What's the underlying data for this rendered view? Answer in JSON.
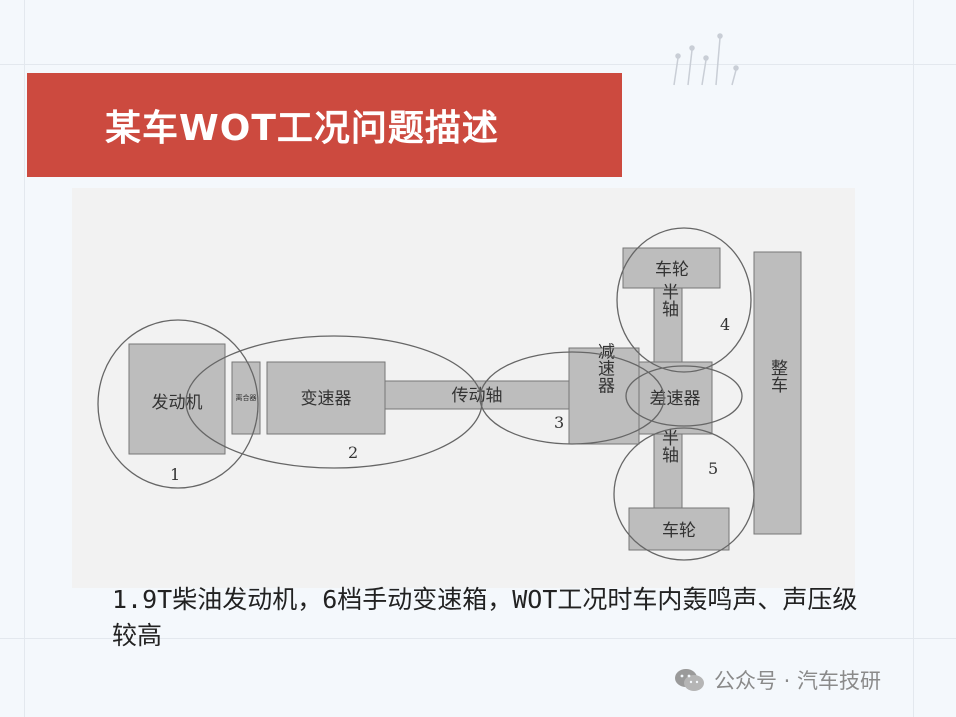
{
  "slide": {
    "title": "某车WOT工况问题描述",
    "caption": "1.9T柴油发动机，6档手动变速箱，WOT工况时车内轰鸣声、声压级较高"
  },
  "diagram": {
    "components": {
      "engine": "发动机",
      "clutch": "离合器",
      "gearbox": "变速器",
      "driveshaft": "传动轴",
      "reducer": "减速器",
      "differential": "差速器",
      "halfshaft": "半轴",
      "wheel": "车轮",
      "vehicle": "整车"
    },
    "region_labels": [
      "1",
      "2",
      "3",
      "4",
      "5"
    ]
  },
  "watermark": {
    "text": "公众号 · 汽车技研",
    "icon": "wechat-icon"
  },
  "colors": {
    "banner": "#cc4a3f",
    "component_fill": "#bdbdbd",
    "background": "#f4f8fc"
  }
}
